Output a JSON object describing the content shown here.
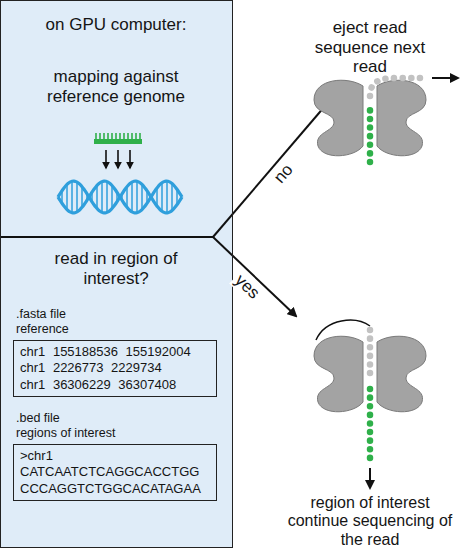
{
  "diagram": {
    "nodes": [
      {
        "text": [
          "on GPU computer:",
          "mapping against reference genome",
          "read in region of interest?"
        ]
      },
      {
        "text": [
          ".fasta file",
          "reference",
          "chr1 155188536 155192004",
          "chr1 2226773 2229734",
          "chr1 36306229 36307408"
        ],
        "in": 0
      },
      {
        "text": [
          ".bed file",
          "regions of interest",
          ">chr1",
          "CATCAATCTCAGGCACCTGG CCCAGGTCTGGCACATAGAA"
        ],
        "in": 0
      }
    ],
    "labels": [
      "eject read sequence next read",
      "no",
      "yes",
      "region of interest continue sequencing of the read"
    ]
  }
}
